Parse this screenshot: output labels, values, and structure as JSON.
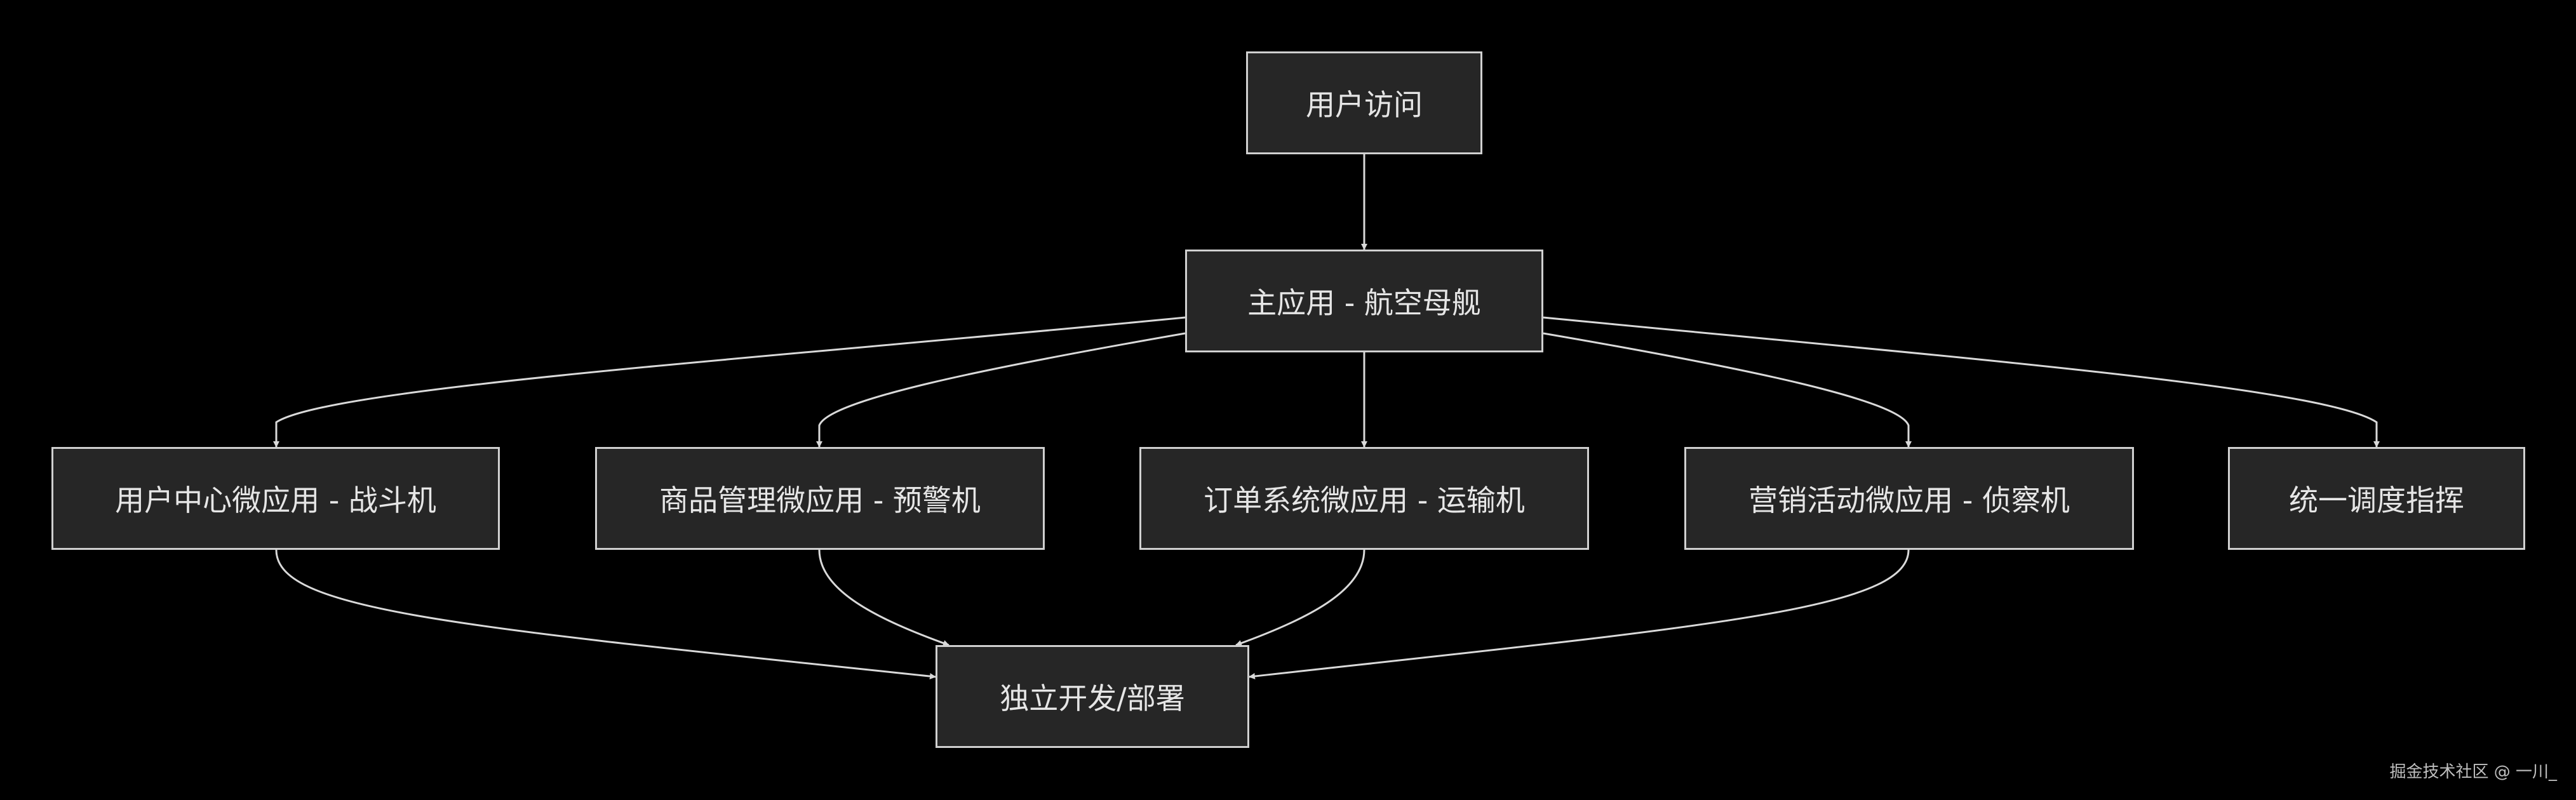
{
  "diagram": {
    "nodes": {
      "user_access": "用户访问",
      "main_app": "主应用 - 航空母舰",
      "user_center": "用户中心微应用 - 战斗机",
      "product_mgmt": "商品管理微应用 - 预警机",
      "order_system": "订单系统微应用 - 运输机",
      "marketing": "营销活动微应用 - 侦察机",
      "unified_dispatch": "统一调度指挥",
      "independent_deploy": "独立开发/部署"
    },
    "edges": [
      {
        "from": "user_access",
        "to": "main_app"
      },
      {
        "from": "main_app",
        "to": "user_center"
      },
      {
        "from": "main_app",
        "to": "product_mgmt"
      },
      {
        "from": "main_app",
        "to": "order_system"
      },
      {
        "from": "main_app",
        "to": "marketing"
      },
      {
        "from": "main_app",
        "to": "unified_dispatch"
      },
      {
        "from": "user_center",
        "to": "independent_deploy"
      },
      {
        "from": "product_mgmt",
        "to": "independent_deploy"
      },
      {
        "from": "order_system",
        "to": "independent_deploy"
      },
      {
        "from": "marketing",
        "to": "independent_deploy"
      }
    ],
    "colors": {
      "background": "#000000",
      "node_fill": "#262626",
      "node_border": "#d0d0d0",
      "text": "#e6e6e6",
      "edge": "#d9d9d9"
    }
  },
  "watermark": "掘金技术社区 @ 一川_"
}
